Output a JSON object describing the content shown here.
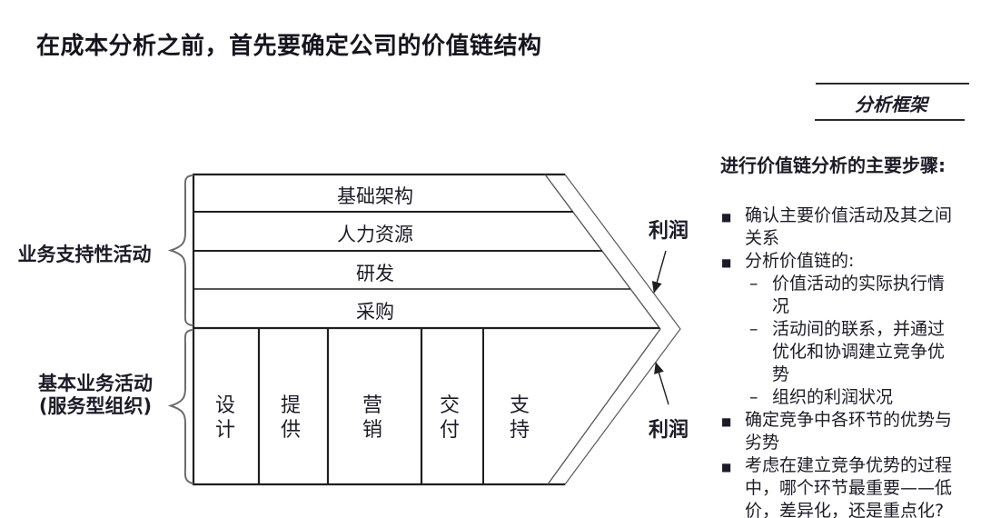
{
  "title": "在成本分析之前，首先要确定公司的价值链结构",
  "framework_tab": {
    "label": "分析框架"
  },
  "value_chain": {
    "support_group_label": "业务支持性活动",
    "primary_group_label_line1": "基本业务活动",
    "primary_group_label_line2": "(服务型组织)",
    "support_rows": [
      "基础架构",
      "人力资源",
      "研发",
      "采购"
    ],
    "primary_columns": [
      "设计",
      "提供",
      "营销",
      "交付",
      "支持"
    ],
    "profit_label_top": "利润",
    "profit_label_bottom": "利润"
  },
  "steps_panel": {
    "heading": "进行价值链分析的主要步骤:",
    "marker_square": "■",
    "marker_dash": "–",
    "items": [
      {
        "level": 1,
        "text": "确认主要价值活动及其之间关系"
      },
      {
        "level": 1,
        "text": "分析价值链的:"
      },
      {
        "level": 2,
        "text": "价值活动的实际执行情况"
      },
      {
        "level": 2,
        "text": "活动间的联系，并通过优化和协调建立竞争优势"
      },
      {
        "level": 2,
        "text": "组织的利润状况"
      },
      {
        "level": 1,
        "text": "确定竞争中各环节的优势与劣势"
      },
      {
        "level": 1,
        "text": "考虑在建立竞争优势的过程中，哪个环节最重要——低价，差异化，还是重点化?"
      }
    ]
  },
  "colors": {
    "text": "#1c1c28",
    "outline": "#1f1f1f",
    "band_line": "#5a5a5a",
    "brace": "#6b6b6b",
    "background": "#ffffff"
  }
}
